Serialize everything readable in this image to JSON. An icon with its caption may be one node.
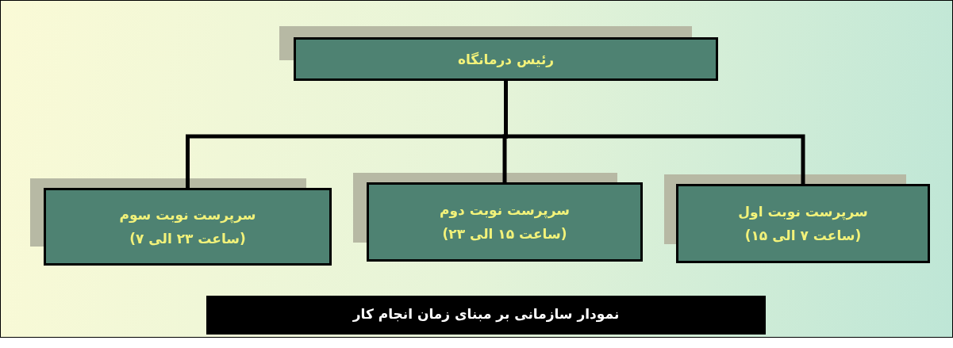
{
  "diagram": {
    "caption": "نمودار سازمانی بر مبنای زمان انجام کار",
    "nodes": [
      {
        "text": [
          "رئیس درمانگاه"
        ]
      },
      {
        "text": [
          "سرپرست نوبت اول",
          "(ساعت ۷ الی ۱۵)"
        ]
      },
      {
        "text": [
          "سرپرست نوبت دوم",
          "(ساعت ۱۵ الی ۲۳)"
        ]
      },
      {
        "text": [
          "سرپرست نوبت سوم",
          "(ساعت ۲۳ الی ۷)"
        ]
      }
    ],
    "edges": [
      {
        "from": 0,
        "to": 1,
        "arrow": "none"
      },
      {
        "from": 0,
        "to": 2,
        "arrow": "none"
      },
      {
        "from": 0,
        "to": 3,
        "arrow": "none"
      }
    ]
  }
}
